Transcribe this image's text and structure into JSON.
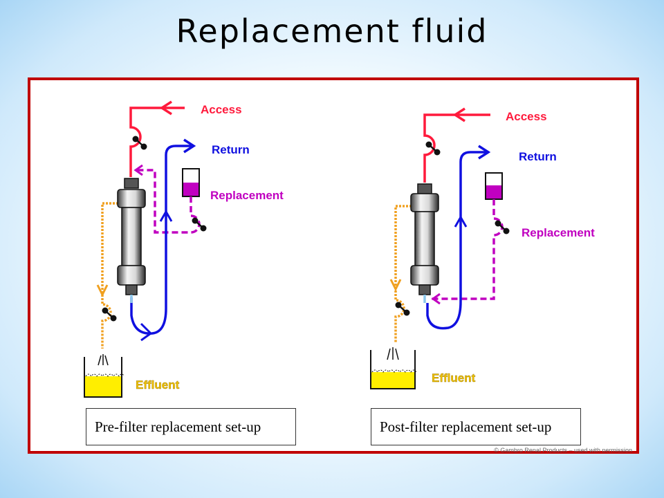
{
  "slide": {
    "title": "Replacement fluid"
  },
  "pre_filter": {
    "access_label": "Access",
    "return_label": "Return",
    "replacement_label": "Replacement",
    "effluent_label": "Effluent",
    "caption": "Pre-filter replacement set-up"
  },
  "post_filter": {
    "access_label": "Access",
    "return_label": "Return",
    "replacement_label": "Replacement",
    "effluent_label": "Effluent",
    "caption": "Post-filter replacement set-up"
  },
  "colors": {
    "access_line": "#ff1a3c",
    "return_line": "#1010e0",
    "replacement_line": "#c000c0",
    "effluent_line": "#f0a020",
    "effluent_fluid": "#ffee00",
    "panel_border": "#c00000"
  },
  "copyright": "© Gambro Renal Products – used with permission"
}
